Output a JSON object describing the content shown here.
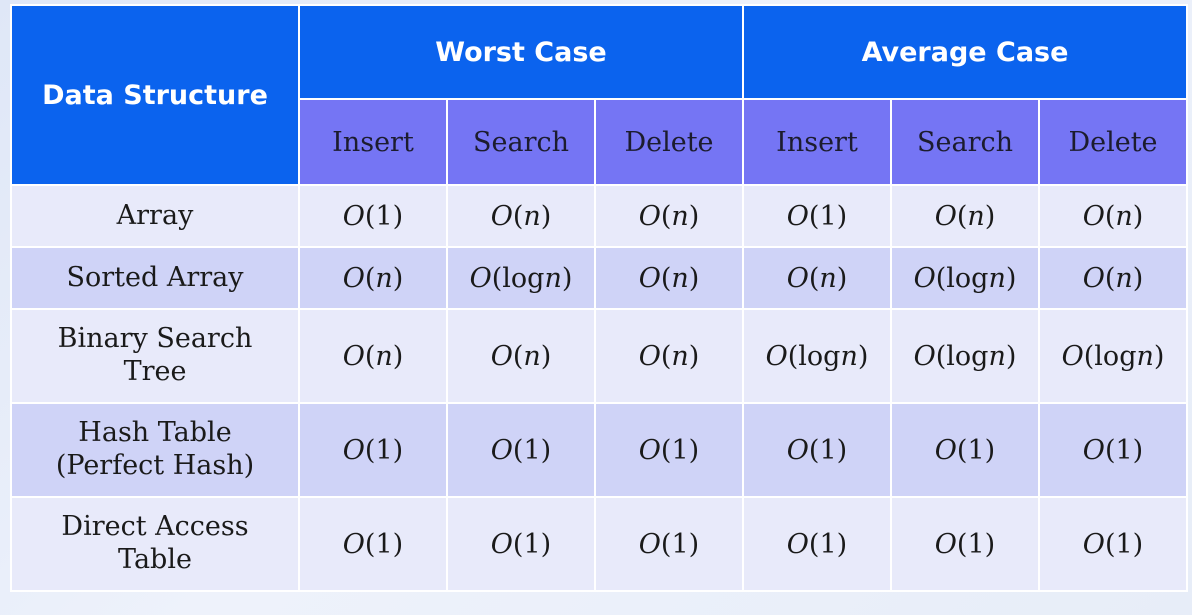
{
  "header": {
    "data_structure": "Data Structure",
    "groups": [
      "Worst Case",
      "Average Case"
    ],
    "operations": [
      "Insert",
      "Search",
      "Delete",
      "Insert",
      "Search",
      "Delete"
    ]
  },
  "rows": [
    {
      "name": [
        "Array"
      ],
      "values": [
        "O(1)",
        "O(n)",
        "O(n)",
        "O(1)",
        "O(n)",
        "O(n)"
      ]
    },
    {
      "name": [
        "Sorted Array"
      ],
      "values": [
        "O(n)",
        "O(logn)",
        "O(n)",
        "O(n)",
        "O(logn)",
        "O(n)"
      ]
    },
    {
      "name": [
        "Binary Search",
        "Tree"
      ],
      "values": [
        "O(n)",
        "O(n)",
        "O(n)",
        "O(logn)",
        "O(logn)",
        "O(logn)"
      ]
    },
    {
      "name": [
        "Hash Table",
        "(Perfect Hash)"
      ],
      "values": [
        "O(1)",
        "O(1)",
        "O(1)",
        "O(1)",
        "O(1)",
        "O(1)"
      ]
    },
    {
      "name": [
        "Direct Access",
        "Table"
      ],
      "values": [
        "O(1)",
        "O(1)",
        "O(1)",
        "O(1)",
        "O(1)",
        "O(1)"
      ]
    }
  ],
  "colors": {
    "header_primary": "#0b63ee",
    "header_secondary": "#7575f4",
    "row_light": "#e8eafa",
    "row_dark": "#cfd3f7"
  }
}
